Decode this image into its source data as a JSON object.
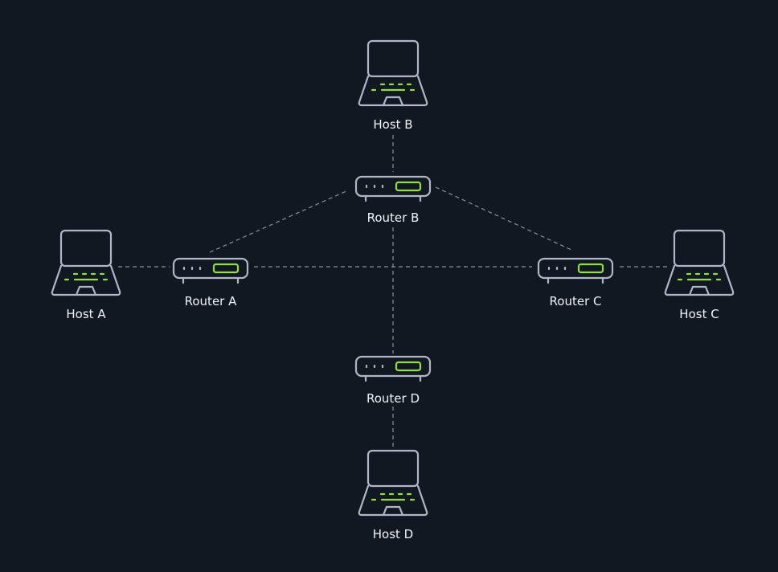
{
  "diagram": {
    "background_color": "#121821",
    "outline_color": "#aeb6c8",
    "accent_color": "#8ee03f",
    "link_color": "#8b919c",
    "label_color": "#f2f4f7",
    "nodes": [
      {
        "id": "host-b",
        "kind": "host",
        "label": "Host B",
        "icon": "laptop-icon"
      },
      {
        "id": "router-b",
        "kind": "router",
        "label": "Router B",
        "icon": "router-icon"
      },
      {
        "id": "host-a",
        "kind": "host",
        "label": "Host A",
        "icon": "laptop-icon"
      },
      {
        "id": "router-a",
        "kind": "router",
        "label": "Router A",
        "icon": "router-icon"
      },
      {
        "id": "router-c",
        "kind": "router",
        "label": "Router C",
        "icon": "router-icon"
      },
      {
        "id": "host-c",
        "kind": "host",
        "label": "Host C",
        "icon": "laptop-icon"
      },
      {
        "id": "router-d",
        "kind": "router",
        "label": "Router D",
        "icon": "router-icon"
      },
      {
        "id": "host-d",
        "kind": "host",
        "label": "Host D",
        "icon": "laptop-icon"
      }
    ],
    "links": [
      {
        "from": "host-b",
        "to": "router-b"
      },
      {
        "from": "host-a",
        "to": "router-a"
      },
      {
        "from": "router-a",
        "to": "router-b"
      },
      {
        "from": "router-b",
        "to": "router-c"
      },
      {
        "from": "router-a",
        "to": "router-c"
      },
      {
        "from": "router-c",
        "to": "host-c"
      },
      {
        "from": "router-b",
        "to": "router-d"
      },
      {
        "from": "router-d",
        "to": "host-d"
      }
    ]
  }
}
